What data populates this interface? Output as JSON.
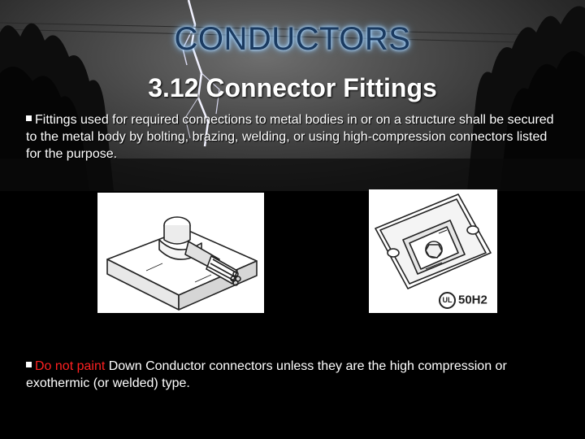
{
  "slide": {
    "title": "CONDUCTORS",
    "subtitle": "3.12 Connector Fittings",
    "paragraph1": "Fittings used for required connections to metal bodies in or on a structure shall be secured to the metal body by bolting, brazing, welding, or using high-compression connectors listed for the purpose.",
    "paragraph2_highlight": "Do not paint",
    "paragraph2_rest": " Down Conductor connectors unless they are the high compression or exothermic (or welded) type.",
    "figure2_mark": "UL",
    "figure2_label": "50H2"
  },
  "colors": {
    "title_glow": "#9fd0ff",
    "highlight_red": "#ff2020",
    "background": "#000000"
  }
}
